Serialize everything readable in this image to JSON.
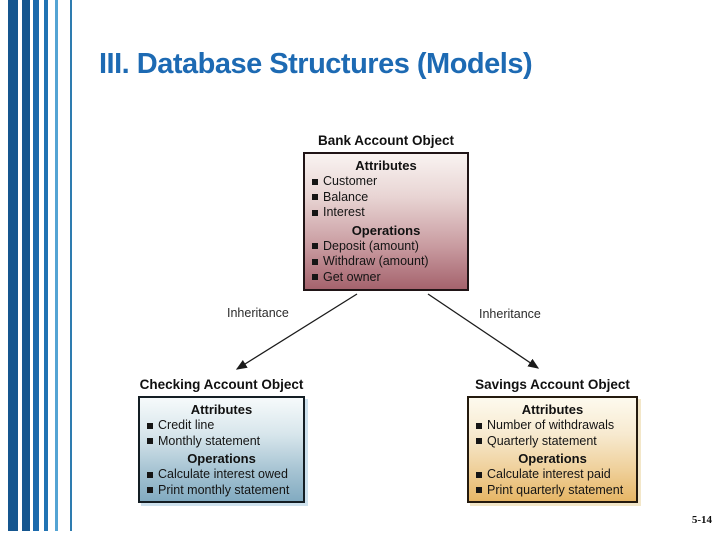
{
  "slide": {
    "title": "III. Database Structures (Models)",
    "page_number": "5-14"
  },
  "diagram": {
    "bank": {
      "label": "Bank Account Object",
      "attributes_header": "Attributes",
      "attributes": [
        "Customer",
        "Balance",
        "Interest"
      ],
      "operations_header": "Operations",
      "operations": [
        "Deposit (amount)",
        "Withdraw (amount)",
        "Get owner"
      ]
    },
    "inheritance_left": "Inheritance",
    "inheritance_right": "Inheritance",
    "checking": {
      "label": "Checking Account Object",
      "attributes_header": "Attributes",
      "attributes": [
        "Credit line",
        "Monthly statement"
      ],
      "operations_header": "Operations",
      "operations": [
        "Calculate interest owed",
        "Print monthly statement"
      ]
    },
    "savings": {
      "label": "Savings Account Object",
      "attributes_header": "Attributes",
      "attributes": [
        "Number of withdrawals",
        "Quarterly statement"
      ],
      "operations_header": "Operations",
      "operations": [
        "Calculate interest paid",
        "Print quarterly statement"
      ]
    }
  },
  "colors": {
    "title_blue": "#1d6ab3",
    "side_bar_blue": "#15568f",
    "bank_gradient_top": "#f9f3f1",
    "bank_gradient_bottom": "#a5636d",
    "checking_gradient_top": "#f6fafb",
    "checking_gradient_bottom": "#82abc1",
    "savings_gradient_top": "#fdfaee",
    "savings_gradient_bottom": "#e6b666"
  }
}
